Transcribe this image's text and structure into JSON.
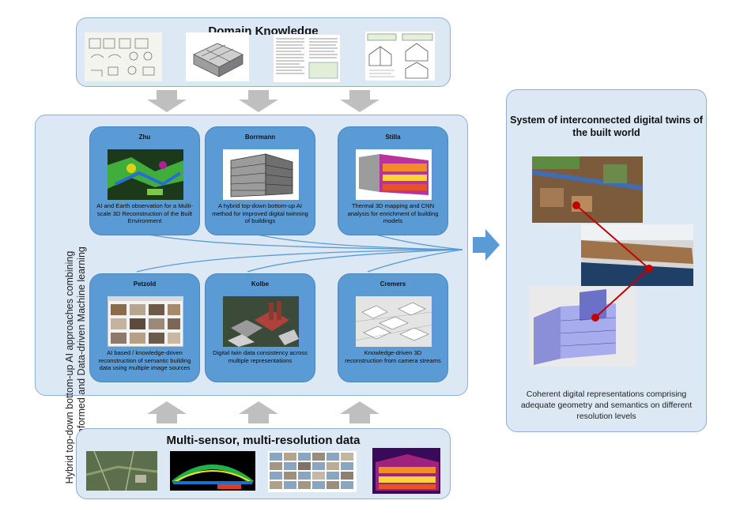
{
  "top": {
    "title": "Domain Knowledge"
  },
  "bottom": {
    "title": "Multi-sensor, multi-resolution data"
  },
  "side_label": "Hybrid top-down bottom-up AI approaches combining Knowledge-informed and Data-driven Machine learning",
  "cards": [
    {
      "title": "Zhu",
      "text": "AI and Earth observation for a Multi-scale 3D Reconstruction of the Built Environment"
    },
    {
      "title": "Borrmann",
      "text": "A hybrid top-down bottom-up AI method for improved digital twinning of buildings"
    },
    {
      "title": "Stilla",
      "text": "Thermal 3D mapping and CNN analysis for enrichment of building models"
    },
    {
      "title": "Petzold",
      "text": "AI based / knowledge-driven reconstruction of semantic building data using multiple image sources"
    },
    {
      "title": "Kolbe",
      "text": "Digital twin data consistency across multiple representations"
    },
    {
      "title": "Cremers",
      "text": "Knowledge-driven 3D reconstruction from camera streams"
    }
  ],
  "right": {
    "title": "System of interconnected digital twins of the built world",
    "caption": "Coherent digital representations comprising adequate geometry and semantics on different resolution levels"
  },
  "colors": {
    "panel": "#dce8f4",
    "card": "#5b9bd5",
    "arrow": "#bfbfbf",
    "link": "#c00000",
    "connector": "#5b9bd5"
  }
}
